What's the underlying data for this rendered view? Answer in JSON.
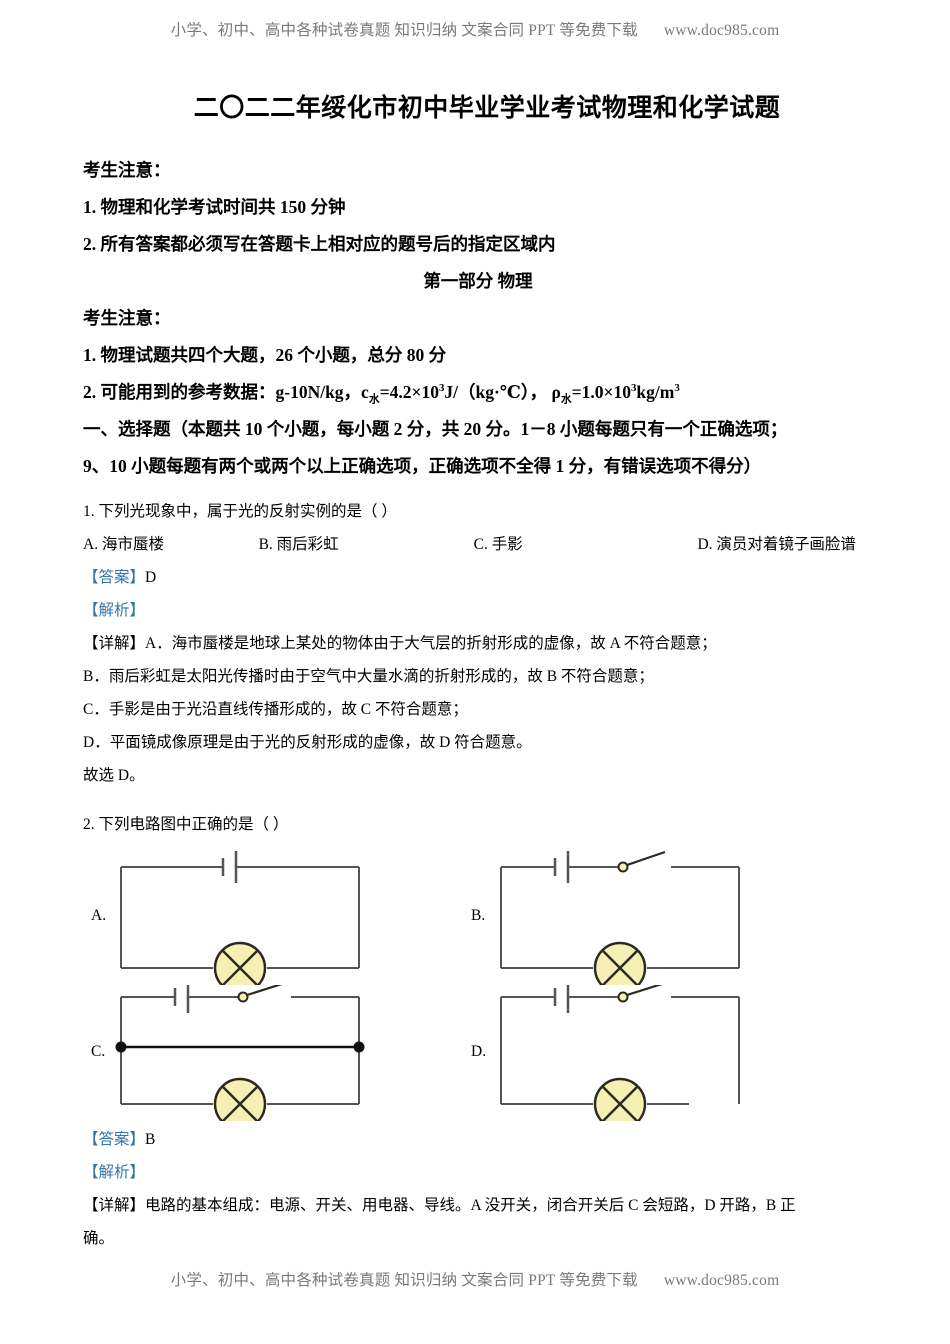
{
  "watermark": {
    "text": "小学、初中、高中各种试卷真题 知识归纳 文案合同 PPT 等免费下载",
    "site": "www.doc985.com"
  },
  "document": {
    "title": "二〇二二年绥化市初中毕业学业考试物理和化学试题"
  },
  "notice_top": {
    "heading": "考生注意：",
    "items": [
      "1. 物理和化学考试时间共 150 分钟",
      "2. 所有答案都必须写在答题卡上相对应的题号后的指定区域内"
    ]
  },
  "part_heading": "第一部分    物理",
  "notice_part": {
    "heading": "考生注意：",
    "item1": "1. 物理试题共四个大题，26 个小题，总分 80 分",
    "item2_prefix": "2. 可能用到的参考数据：g-10N/kg，c",
    "item2_sub1": "水",
    "item2_mid": "=4.2×10",
    "item2_sup1": "3",
    "item2_mid2": "J/（kg·℃），",
    "item2_rho": "ρ",
    "item2_sub2": "水",
    "item2_mid3": "=1.0×10",
    "item2_sup2": "3",
    "item2_unit": "kg/m",
    "item2_sup3": "3"
  },
  "section1": {
    "line1": "一、选择题（本题共 10 个小题，每小题 2 分，共 20 分。1－8 小题每题只有一个正确选项；",
    "line2": "9、10 小题每题有两个或两个以上正确选项，正确选项不全得 1 分，有错误选项不得分）"
  },
  "q1": {
    "stem": "1. 下列光现象中，属于光的反射实例的是（      ）",
    "options": [
      "A. 海市蜃楼",
      "B. 雨后彩虹",
      "C. 手影",
      "D. 演员对着镜子画脸谱"
    ],
    "answer_label": "【答案】",
    "answer_value": "D",
    "analysis_label": "【解析】",
    "detail_label": "【详解】",
    "detail_lines": [
      "A．海市蜃楼是地球上某处的物体由于大气层的折射形成的虚像，故 A 不符合题意；",
      "B．雨后彩虹是太阳光传播时由于空气中大量水滴的折射形成的，故 B 不符合题意；",
      "C．手影是由于光沿直线传播形成的，故 C 不符合题意；",
      "D．平面镜成像原理是由于光的反射形成的虚像，故 D 符合题意。",
      "故选 D。"
    ]
  },
  "q2": {
    "stem": "2. 下列电路图中正确的是（      ）",
    "circuits": [
      {
        "label": "A.",
        "has_switch": false,
        "has_shunt": false,
        "open_gap": false
      },
      {
        "label": "B.",
        "has_switch": true,
        "has_shunt": false,
        "open_gap": false
      },
      {
        "label": "C.",
        "has_switch": true,
        "has_shunt": true,
        "open_gap": false
      },
      {
        "label": "D.",
        "has_switch": true,
        "has_shunt": false,
        "open_gap": true
      }
    ],
    "answer_label": "【答案】",
    "answer_value": "B",
    "analysis_label": "【解析】",
    "detail_label": "【详解】",
    "detail_line1": "电路的基本组成：电源、开关、用电器、导线。A 没开关，闭合开关后 C 会短路，D 开路，B 正",
    "detail_line2": "确。"
  },
  "colors": {
    "annotation_blue": "#3575A8",
    "lamp_fill": "#F6F0B4",
    "wire": "#555555",
    "text": "#000000",
    "watermark_gray": "#7a7a7a"
  }
}
